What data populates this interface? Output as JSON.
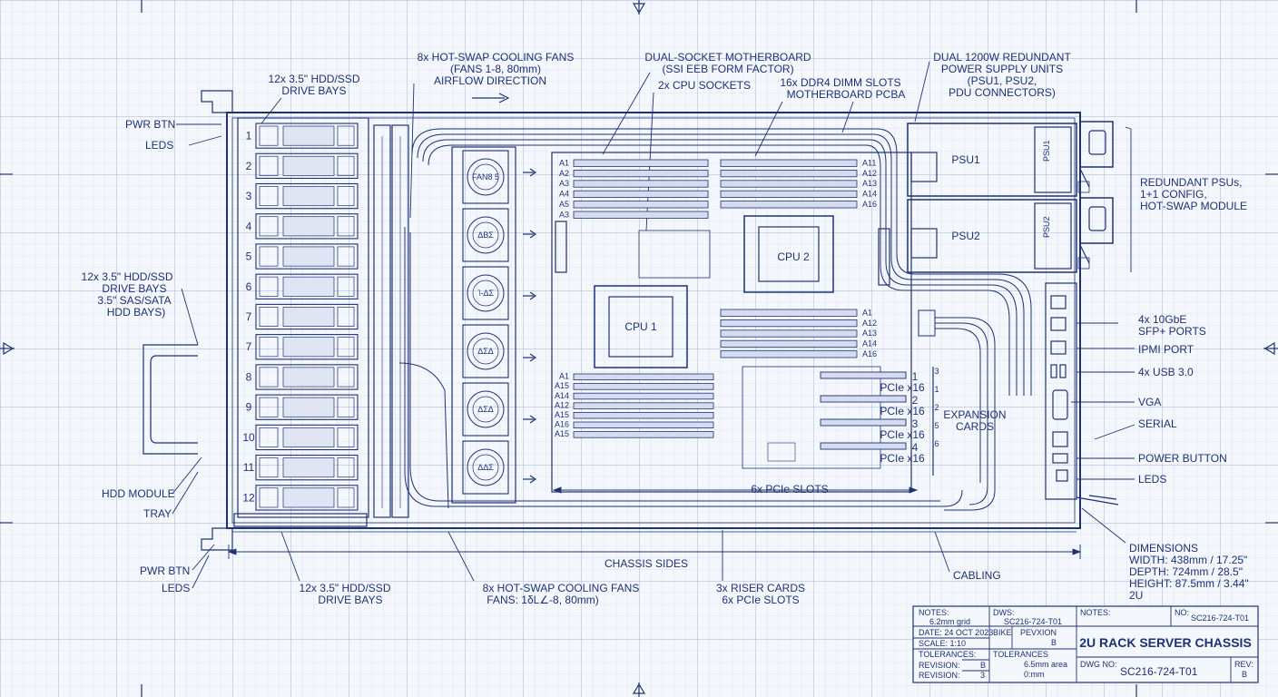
{
  "colors": {
    "ink": "#1d3275",
    "paper": "#f4f7fc",
    "grid_minor": "#c9d3ea",
    "grid_major": "#9fb0d8"
  },
  "callouts": {
    "fans_top": [
      "8x HOT-SWAP COOLING FANS",
      "(FANS 1-8, 80mm)",
      "AIRFLOW DIRECTION"
    ],
    "mobo_top": [
      "DUAL-SOCKET MOTHERBOARD",
      "(SSI EEB FORM FACTOR)"
    ],
    "cpu_sockets": "2x CPU SOCKETS",
    "dimm_top": [
      "16x DDR4 DIMM SLOTS",
      "MOTHERBOARD PCBA"
    ],
    "psu_top": [
      "DUAL 1200W REDUNDANT",
      "POWER SUPPLY UNITS",
      "(PSU1, PSU2,",
      "PDU CONNECTORS)"
    ],
    "drives_top": [
      "12x 3.5\" HDD/SSD",
      "DRIVE BAYS"
    ],
    "pwr_btn_top": "PWR BTN",
    "leds_top": "LEDS",
    "drives_left": [
      "12x 3.5\" HDD/SSD",
      "DRIVE BAYS",
      "3.5\" SAS/SATA",
      "HDD BAYS)"
    ],
    "hdd_module": "HDD MODULE",
    "tray": "TRAY",
    "pwr_btn_bottom": "PWR BTN",
    "leds_bottom": "LEDS",
    "drives_bottom": [
      "12x 3.5\" HDD/SSD",
      "DRIVE BAYS"
    ],
    "chassis_sides": "CHASSIS SIDES",
    "fans_bottom": [
      "8x HOT-SWAP COOLING FANS",
      "FANS: 1δL∠-8, 80mm)"
    ],
    "risers_bottom": [
      "3x RISER CARDS",
      "6x PCIe SLOTS"
    ],
    "cabling": "CABLING",
    "redundant_psus": [
      "REDUNDANT PSUs,",
      "1+1 CONFIG,",
      "HOT-SWAP MODULE"
    ],
    "sfp": [
      "4x 10GbE",
      "SFP+ PORTS"
    ],
    "ipmi": "IPMI PORT",
    "usb": "4x USB 3.0",
    "vga": "VGA",
    "serial": "SERIAL",
    "power_button": "POWER BUTTON",
    "leds_right": "LEDS",
    "dimensions": [
      "DIMENSIONS",
      "WIDTH: 438mm / 17.25\"",
      "DEPTH: 724mm / 28.5\"",
      "HEIGHT: 87.5mm / 3.44\"",
      "2U"
    ]
  },
  "internal": {
    "cpu1": "CPU 1",
    "cpu2": "CPU 2",
    "psu1": "PSU1",
    "psu2": "PSU2",
    "psu1_tag": "PSU1",
    "psu2_tag": "PSU2",
    "pcie_slots": "6x PCIe SLOTS",
    "expansion_cards": [
      "EXPANSION",
      "CARDS"
    ],
    "pcie_labels": [
      "PCIe x16",
      "PCIe x16",
      "PCIe x16",
      "PCIe x16"
    ],
    "pcie_nums": [
      "1",
      "2",
      "3",
      "4"
    ],
    "pcie_side_nums": [
      "3",
      "1",
      "2",
      "5",
      "6"
    ],
    "fan_labels": [
      "FAN8 5",
      "ΔBΣ",
      "˥-ΔΣ",
      "ΔΣΔ",
      "ΔΣΔ",
      "ΔΔΣ"
    ],
    "drive_numbers": [
      "1",
      "2",
      "3",
      "4",
      "5",
      "6",
      "7",
      "7",
      "8",
      "9",
      "10",
      "11",
      "12"
    ],
    "dimm_top_left": [
      "A1",
      "A2",
      "A3",
      "A4",
      "A5",
      "A3"
    ],
    "dimm_top_right": [
      "A11",
      "A12",
      "A13",
      "A14",
      "A16"
    ],
    "dimm_mid_right": [
      "A1",
      "A12",
      "A13",
      "A14",
      "A16"
    ],
    "dimm_bottom_left": [
      "A1",
      "A15",
      "A14",
      "A12",
      "A15",
      "A16",
      "A15"
    ]
  },
  "title_block": {
    "notes_label": "NOTES:",
    "notes_value": "6.2mm grid",
    "dws_label": "DWS:",
    "dws_value": "SC216-724-T01",
    "notes2_label": "NOTES:",
    "no_label": "NO:",
    "no_value": "SC216-724-T01",
    "date": "DATE:  24 OCT 2023",
    "bike_label": "BIKE",
    "revision_label": "PEVXION",
    "revision_value": "B",
    "scale": "SCALE: 1:10",
    "tolerances1": "TOLERANCES:",
    "tolerances2": "TOLERANCES",
    "tol_value": "6.5mm area",
    "tol_value2": "0:mm",
    "revision_row1_label": "REVISION:",
    "revision_row1_value": "B",
    "revision_row2_label": "REVISION:",
    "revision_row2_value": "3",
    "title": "2U RACK SERVER CHASSIS",
    "dwg_label": "DWG NO:",
    "dwg_value": "SC216-724-T01",
    "rev_label": "REV:",
    "rev_value": "B"
  }
}
